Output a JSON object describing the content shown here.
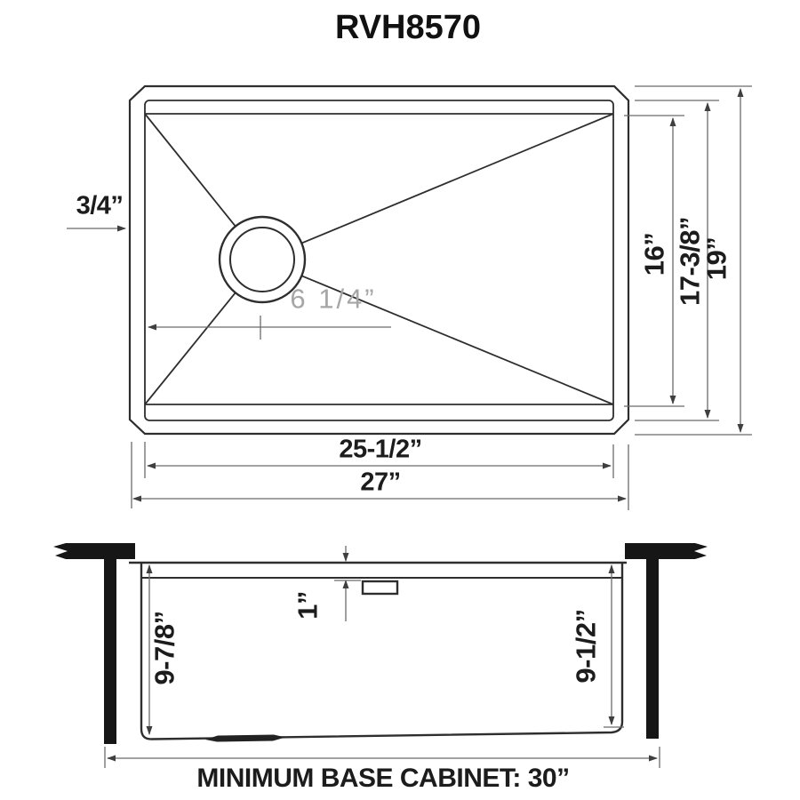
{
  "labels": {
    "title": "RVH8570",
    "top_view": {
      "rim_width": "3/4”",
      "drain_offset": "6 1/4”",
      "bowl_height": "16”",
      "inner_height": "17-3/8”",
      "outer_height": "19”",
      "inner_width": "25-1/2”",
      "outer_width": "27”"
    },
    "side_view": {
      "rim_thickness": "1”",
      "depth_left": "9-7/8”",
      "depth_right": "9-1/2”",
      "cabinet_note": "MINIMUM BASE CABINET: 30”"
    }
  },
  "colors": {
    "outline": "#2e2e2e",
    "dimension_line": "#6b6b6b",
    "solid_fill": "#161616",
    "ghost_text": "#a6a6a6",
    "background": "#ffffff"
  }
}
